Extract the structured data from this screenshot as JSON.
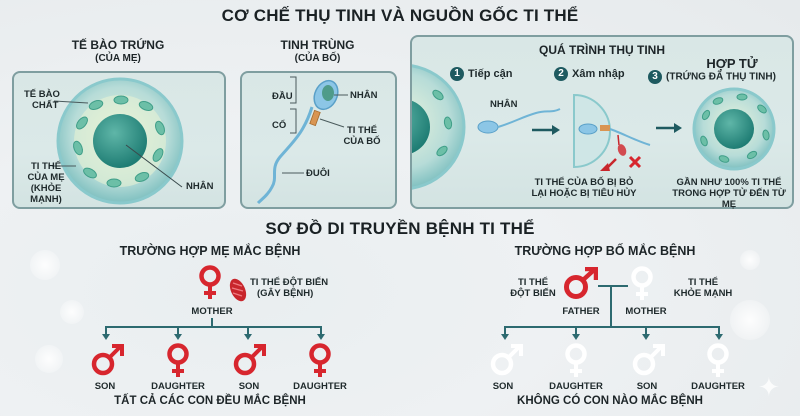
{
  "main_title": "CƠ CHẾ THỤ TINH VÀ NGUỒN GỐC TI THỂ",
  "egg": {
    "title": "TẾ BÀO TRỨNG",
    "subtitle": "(CỦA MẸ)",
    "labels": {
      "cytoplasm_1": "TẾ BÀO",
      "cytoplasm_2": "CHẤT",
      "mito_1": "TI THỂ",
      "mito_2": "CỦA MẸ",
      "mito_3": "(KHỎE MẠNH)",
      "nucleus": "NHÂN"
    }
  },
  "sperm": {
    "title": "TINH TRÙNG",
    "subtitle": "(CỦA BỐ)",
    "labels": {
      "head": "ĐẦU",
      "neck": "CỔ",
      "nucleus": "NHÂN",
      "mito_1": "TI THỂ",
      "mito_2": "CỦA BỐ",
      "tail": "ĐUÔI"
    }
  },
  "fertilization": {
    "title": "QUÁ TRÌNH THỤ TINH",
    "steps": [
      {
        "num": "1",
        "label": "Tiếp cận"
      },
      {
        "num": "2",
        "label": "Xâm nhập"
      },
      {
        "num": "3",
        "label": "(TRỨNG ĐÃ THỤ TINH)"
      }
    ],
    "zygote_title": "HỢP TỬ",
    "nucleus_label": "NHÂN",
    "paternal_note_1": "TI THỂ CỦA BỐ BỊ BỎ",
    "paternal_note_2": "LẠI HOẶC BỊ TIÊU HỦY",
    "maternal_note_1": "GẦN NHƯ 100% TI THỂ",
    "maternal_note_2": "TRONG HỢP TỬ ĐẾN TỪ",
    "maternal_note_3": "MẸ"
  },
  "inheritance_title": "SƠ ĐỒ DI TRUYỀN BỆNH TI THỂ",
  "mother_case": {
    "title": "TRƯỜNG HỢP MẸ MẮC BỆNH",
    "parent_label": "MOTHER",
    "mutant_1": "TI THỂ ĐỘT BIẾN",
    "mutant_2": "(GÂY BỆNH)",
    "children": [
      "SON",
      "DAUGHTER",
      "SON",
      "DAUGHTER"
    ],
    "conclusion": "TẤT CẢ CÁC CON ĐỀU MẮC BỆNH"
  },
  "father_case": {
    "title": "TRƯỜNG HỢP BỐ MẮC BỆNH",
    "father_label": "FATHER",
    "mother_label": "MOTHER",
    "mutant_1": "TI THỂ",
    "mutant_2": "ĐỘT BIẾN",
    "healthy_1": "TI THỂ",
    "healthy_2": "KHỎE MẠNH",
    "children": [
      "SON",
      "DAUGHTER",
      "SON",
      "DAUGHTER"
    ],
    "conclusion": "KHÔNG CÓ CON NÀO MẮC BỆNH"
  },
  "colors": {
    "affected": "#d7262e",
    "healthy": "#ffffff",
    "teal": "#1e5a60",
    "panel_border": "#7f9ea0"
  }
}
